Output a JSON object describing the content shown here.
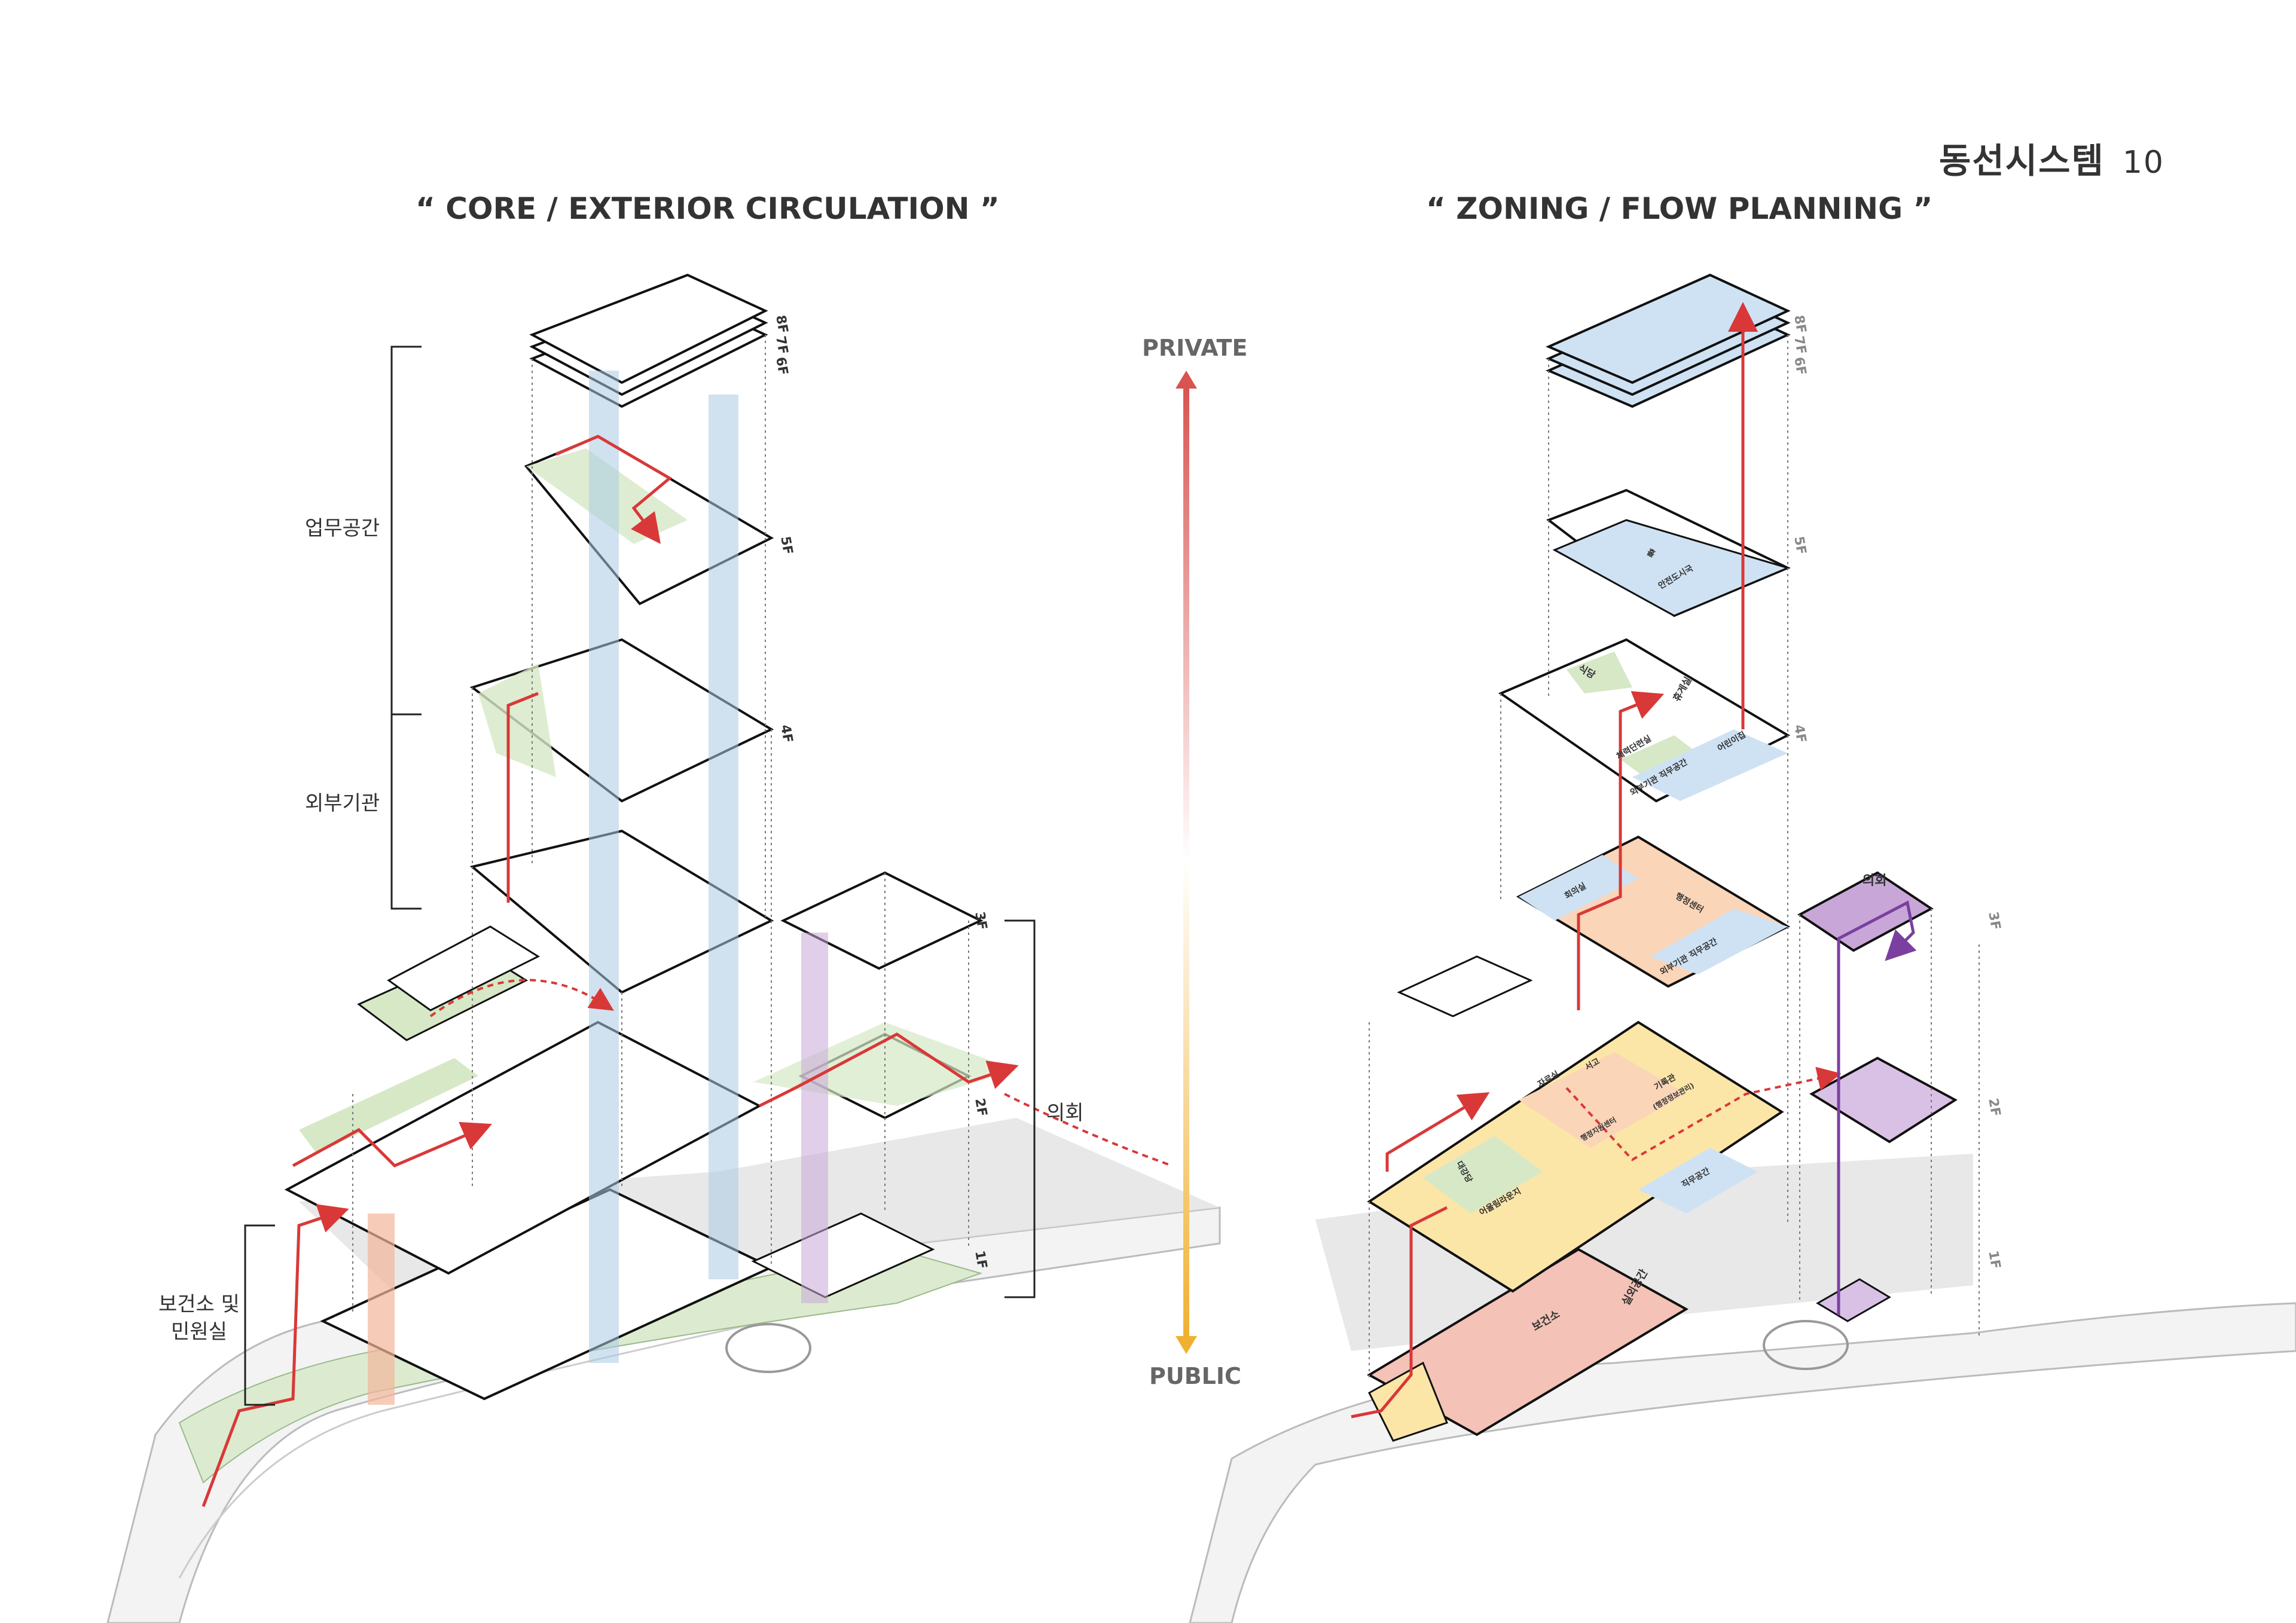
{
  "header": {
    "title": "동선시스템",
    "page_number": "10"
  },
  "left_panel": {
    "title": "“ CORE / EXTERIOR CIRCULATION ”",
    "groups": {
      "office": "업무공간",
      "external": "외부기관",
      "health": "보건소 및\n민원실",
      "council": "의회"
    },
    "floors": [
      "8F",
      "7F",
      "6F",
      "5F",
      "4F",
      "3F",
      "2F",
      "1F"
    ]
  },
  "axis": {
    "top": "PRIVATE",
    "bottom": "PUBLIC"
  },
  "right_panel": {
    "title": "“ ZONING / FLOW PLANNING ”",
    "council_label": "의회",
    "rooms_4f": [
      "식당",
      "휴게실",
      "체력단련실",
      "어린이집",
      "외부기관 직무공간"
    ],
    "rooms_5f": [
      "홀",
      "안전도시국"
    ],
    "rooms_3f": [
      "회의실",
      "행정센터",
      "외부기관 직무공간"
    ],
    "rooms_2f": [
      "대강당",
      "자료실",
      "서고",
      "기록관",
      "(행정정보관리)",
      "어울림라운지",
      "직무공간",
      "행정지원센터"
    ],
    "rooms_1f": [
      "보건소",
      "실외공간"
    ],
    "floors": [
      "8F",
      "7F",
      "6F",
      "5F",
      "4F",
      "3F",
      "2F",
      "1F"
    ]
  },
  "colors": {
    "private": "#d9534f",
    "public": "#f0b030",
    "core_blue": "#a9cbe3",
    "green_zone": "#d6e8c6",
    "purple": "#c8a7d8",
    "orange": "#f2b79b",
    "health_pink": "#f4c2b6",
    "arrow_red": "#d93838",
    "arrow_purple": "#7b3fa0"
  }
}
